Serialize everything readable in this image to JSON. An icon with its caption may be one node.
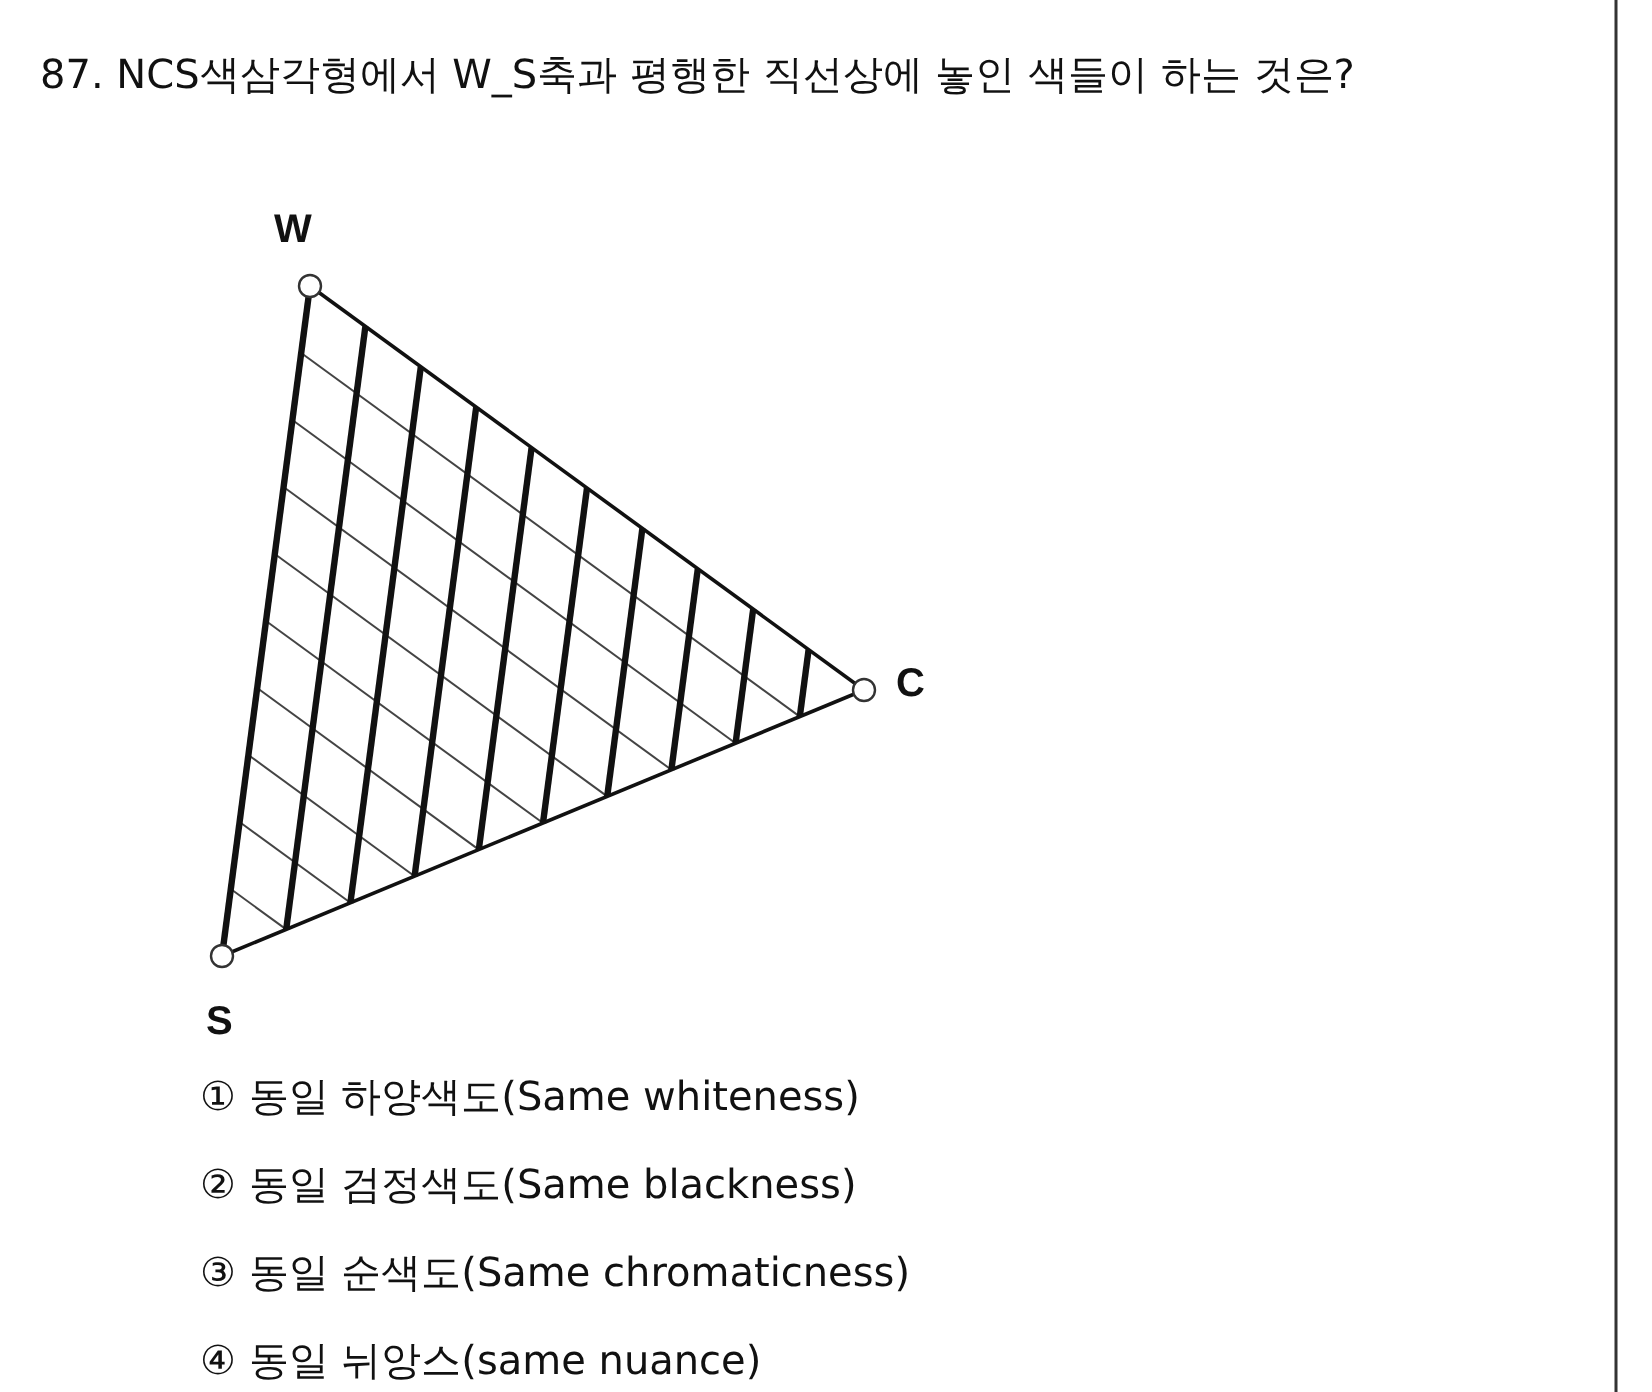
{
  "diagram": {
    "title": "87. NCS색삼각형에서 W_S축과 평행한 직선상에 놓인 색들이 하는 것은?",
    "labels": [
      "W",
      "C",
      "S",
      "① 동일 하양색도(Same whiteness)",
      "② 동일 검정색도(Same blackness)",
      "③ 동일 순색도(Same chromaticness)",
      "④ 동일 뉘앙스(same nuance)"
    ]
  }
}
